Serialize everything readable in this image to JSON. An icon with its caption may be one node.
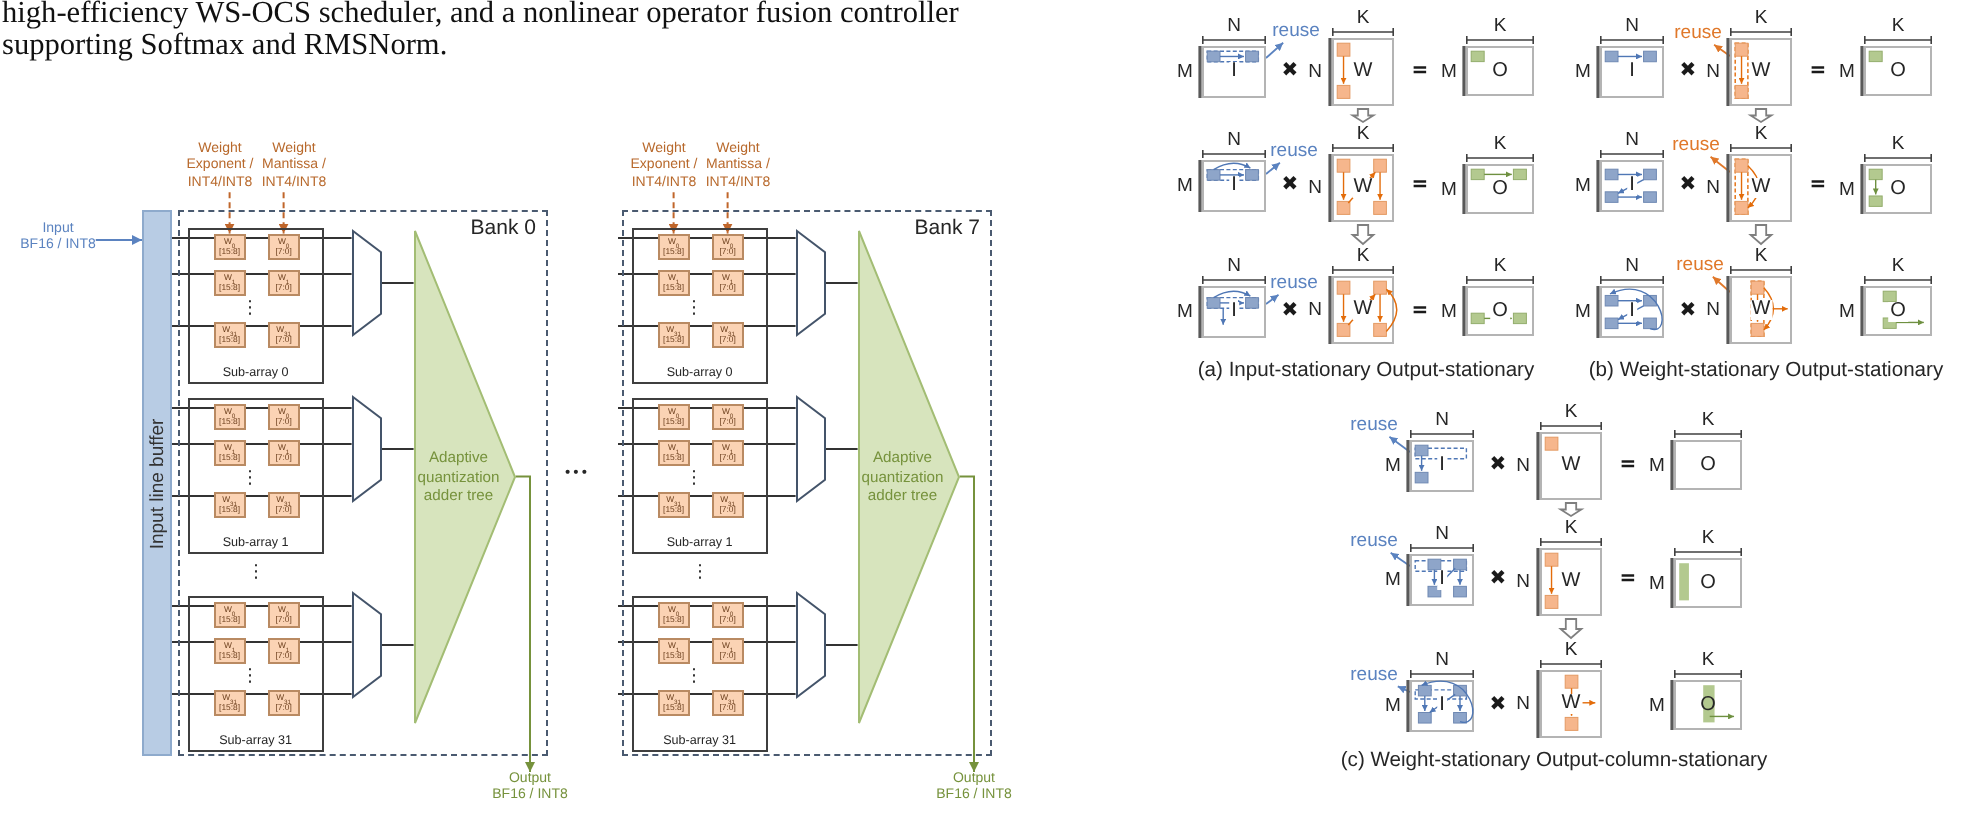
{
  "diagram": {
    "nodes": [
      {
        "text": [
          "Input",
          "BF16 / INT8"
        ]
      },
      {
        "text": [
          "Input line buffer"
        ]
      },
      {
        "text": [
          "Bank 0"
        ]
      },
      {
        "text": [
          "Weight Exponent / INT4/INT8"
        ]
      },
      {
        "text": [
          "Weight Mantissa / INT4/INT8"
        ]
      },
      {
        "text": [
          "Sub-array 0"
        ],
        "in": 2
      },
      {
        "text": [
          "W$_{0}$ [15:8]"
        ],
        "in": 5
      },
      {
        "text": [
          "W$_{0}$ [7:0]"
        ],
        "in": 5
      },
      {
        "text": [
          "W$_{1}$ [15:8]"
        ],
        "in": 5
      },
      {
        "text": [
          "W$_{1}$ [7:0]"
        ],
        "in": 5
      },
      {
        "text": [
          "W$_{31}$ [15:8]"
        ],
        "in": 5
      },
      {
        "text": [
          "W$_{31}$ [7:0]"
        ],
        "in": 5
      },
      {
        "text": [
          "Sub-array 1"
        ],
        "in": 2
      },
      {
        "text": [
          "W$_{0}$ [15:8]"
        ],
        "in": 12
      },
      {
        "text": [
          "W$_{0}$ [7:0]"
        ],
        "in": 12
      },
      {
        "text": [
          "W$_{1}$ [15:8]"
        ],
        "in": 12
      },
      {
        "text": [
          "W$_{1}$ [7:0]"
        ],
        "in": 12
      },
      {
        "text": [
          "W$_{31}$ [15:8]"
        ],
        "in": 12
      },
      {
        "text": [
          "W$_{31}$ [7:0]"
        ],
        "in": 12
      },
      {
        "text": [
          "Sub-array 31"
        ],
        "in": 2
      },
      {
        "text": [
          "W$_{0}$ [15:8]"
        ],
        "in": 19
      },
      {
        "text": [
          "W$_{0}$ [7:0]"
        ],
        "in": 19
      },
      {
        "text": [
          "W$_{1}$ [15:8]"
        ],
        "in": 19
      },
      {
        "text": [
          "W$_{1}$ [7:0]"
        ],
        "in": 19
      },
      {
        "text": [
          "W$_{31}$ [15:8]"
        ],
        "in": 19
      },
      {
        "text": [
          "W$_{31}$ [7:0]"
        ],
        "in": 19
      },
      {
        "text": [],
        "shape": "trapezoid",
        "in": 2
      },
      {
        "text": [],
        "shape": "trapezoid",
        "in": 2
      },
      {
        "text": [],
        "shape": "trapezoid",
        "in": 2
      },
      {
        "text": [
          "Adaptive quantization adder tree"
        ],
        "in": 2
      },
      {
        "text": [
          "Output",
          "BF16 / INT8"
        ]
      },
      {
        "text": [
          "Bank 7"
        ]
      },
      {
        "text": [
          "Weight Exponent / INT4/INT8"
        ]
      },
      {
        "text": [
          "Weight Mantissa / INT4/INT8"
        ]
      },
      {
        "text": [
          "Sub-array 0"
        ],
        "in": 31
      },
      {
        "text": [
          "W$_{0}$ [15:8]"
        ],
        "in": 34
      },
      {
        "text": [
          "W$_{0}$ [7:0]"
        ],
        "in": 34
      },
      {
        "text": [
          "W$_{1}$ [15:8]"
        ],
        "in": 34
      },
      {
        "text": [
          "W$_{1}$ [7:0]"
        ],
        "in": 34
      },
      {
        "text": [
          "W$_{31}$ [15:8]"
        ],
        "in": 34
      },
      {
        "text": [
          "W$_{31}$ [7:0]"
        ],
        "in": 34
      },
      {
        "text": [
          "Sub-array 1"
        ],
        "in": 31
      },
      {
        "text": [
          "W$_{0}$ [15:8]"
        ],
        "in": 41
      },
      {
        "text": [
          "W$_{0}$ [7:0]"
        ],
        "in": 41
      },
      {
        "text": [
          "W$_{1}$ [15:8]"
        ],
        "in": 41
      },
      {
        "text": [
          "W$_{1}$ [7:0]"
        ],
        "in": 41
      },
      {
        "text": [
          "W$_{31}$ [15:8]"
        ],
        "in": 41
      },
      {
        "text": [
          "W$_{31}$ [7:0]"
        ],
        "in": 41
      },
      {
        "text": [
          "Sub-array 31"
        ],
        "in": 31
      },
      {
        "text": [
          "W$_{0}$ [15:8]"
        ],
        "in": 48
      },
      {
        "text": [
          "W$_{0}$ [7:0]"
        ],
        "in": 48
      },
      {
        "text": [
          "W$_{1}$ [15:8]"
        ],
        "in": 48
      },
      {
        "text": [
          "W$_{1}$ [7:0]"
        ],
        "in": 48
      },
      {
        "text": [
          "W$_{31}$ [15:8]"
        ],
        "in": 48
      },
      {
        "text": [
          "W$_{31}$ [7:0]"
        ],
        "in": 48
      },
      {
        "text": [],
        "shape": "trapezoid",
        "in": 31
      },
      {
        "text": [],
        "shape": "trapezoid",
        "in": 31
      },
      {
        "text": [],
        "shape": "trapezoid",
        "in": 31
      },
      {
        "text": [
          "Adaptive quantization adder tree"
        ],
        "in": 31
      },
      {
        "text": [
          "Output",
          "BF16 / INT8"
        ]
      },
      {
        "text": [
          "I"
        ],
        "beside": [
          "N",
          "M"
        ]
      },
      {
        "text": [
          "W"
        ],
        "beside": [
          "K",
          "N"
        ]
      },
      {
        "text": [
          "O"
        ],
        "beside": [
          "K",
          "M"
        ]
      },
      {
        "text": [
          "reuse"
        ]
      },
      {
        "text": [
          "I"
        ],
        "beside": [
          "N",
          "M"
        ]
      },
      {
        "text": [
          "W"
        ],
        "beside": [
          "K",
          "N"
        ]
      },
      {
        "text": [
          "O"
        ],
        "beside": [
          "K",
          "M"
        ]
      },
      {
        "text": [
          "reuse"
        ]
      },
      {
        "text": [
          "I"
        ],
        "beside": [
          "N",
          "M"
        ]
      },
      {
        "text": [
          "W"
        ],
        "beside": [
          "K",
          "N"
        ]
      },
      {
        "text": [
          "O"
        ],
        "beside": [
          "K",
          "M"
        ]
      },
      {
        "text": [
          "reuse"
        ]
      },
      {
        "text": [
          "I"
        ],
        "beside": [
          "N",
          "M"
        ]
      },
      {
        "text": [
          "W"
        ],
        "beside": [
          "K",
          "N"
        ]
      },
      {
        "text": [
          "O"
        ],
        "beside": [
          "K",
          "M"
        ]
      },
      {
        "text": [
          "reuse"
        ]
      },
      {
        "text": [
          "I"
        ],
        "beside": [
          "N",
          "M"
        ]
      },
      {
        "text": [
          "W"
        ],
        "beside": [
          "K",
          "N"
        ]
      },
      {
        "text": [
          "O"
        ],
        "beside": [
          "K",
          "M"
        ]
      },
      {
        "text": [
          "reuse"
        ]
      },
      {
        "text": [
          "I"
        ],
        "beside": [
          "N",
          "M"
        ]
      },
      {
        "text": [
          "W"
        ],
        "beside": [
          "K",
          "N"
        ]
      },
      {
        "text": [
          "O"
        ],
        "beside": [
          "K",
          "M"
        ]
      },
      {
        "text": [
          "reuse"
        ]
      },
      {
        "text": [
          "I"
        ],
        "beside": [
          "N",
          "M"
        ]
      },
      {
        "text": [
          "W"
        ],
        "beside": [
          "K",
          "N"
        ]
      },
      {
        "text": [
          "O"
        ],
        "beside": [
          "K",
          "M"
        ]
      },
      {
        "text": [
          "reuse"
        ]
      },
      {
        "text": [
          "I"
        ],
        "beside": [
          "N",
          "M"
        ]
      },
      {
        "text": [
          "W"
        ],
        "beside": [
          "K",
          "N"
        ]
      },
      {
        "text": [
          "O"
        ],
        "beside": [
          "K",
          "M"
        ]
      },
      {
        "text": [
          "reuse"
        ]
      },
      {
        "text": [
          "I"
        ],
        "beside": [
          "N",
          "M"
        ]
      },
      {
        "text": [
          "W"
        ],
        "beside": [
          "K",
          "N"
        ]
      },
      {
        "text": [
          "O"
        ],
        "beside": [
          "K",
          "M"
        ]
      },
      {
        "text": [
          "reuse"
        ]
      }
    ],
    "edges": [
      {
        "from": 0,
        "to": 1,
        "arrow": "to",
        "color": "#5b83c0"
      },
      {
        "from": 3,
        "to": 6,
        "arrow": "to",
        "style": "dashed",
        "color": "#c0662b"
      },
      {
        "from": 4,
        "to": 7,
        "arrow": "to",
        "style": "dashed",
        "color": "#c0662b"
      },
      {
        "from": 1,
        "to": 26,
        "arrow": "none"
      },
      {
        "from": 1,
        "to": 26,
        "arrow": "none"
      },
      {
        "from": 1,
        "to": 26,
        "arrow": "none"
      },
      {
        "from": 1,
        "to": 27,
        "arrow": "none"
      },
      {
        "from": 1,
        "to": 27,
        "arrow": "none"
      },
      {
        "from": 1,
        "to": 27,
        "arrow": "none"
      },
      {
        "from": 1,
        "to": 28,
        "arrow": "none"
      },
      {
        "from": 1,
        "to": 28,
        "arrow": "none"
      },
      {
        "from": 1,
        "to": 28,
        "arrow": "none"
      },
      {
        "from": 26,
        "to": 29,
        "arrow": "none"
      },
      {
        "from": 27,
        "to": 29,
        "arrow": "none"
      },
      {
        "from": 28,
        "to": 29,
        "arrow": "none"
      },
      {
        "from": 29,
        "to": 30,
        "arrow": "to",
        "color": "#76923c"
      },
      {
        "from": 32,
        "to": 35,
        "arrow": "to",
        "style": "dashed",
        "color": "#c0662b"
      },
      {
        "from": 33,
        "to": 36,
        "arrow": "to",
        "style": "dashed",
        "color": "#c0662b"
      },
      {
        "from": null,
        "to": 55,
        "arrow": "none"
      },
      {
        "from": null,
        "to": 55,
        "arrow": "none"
      },
      {
        "from": null,
        "to": 55,
        "arrow": "none"
      },
      {
        "from": null,
        "to": 56,
        "arrow": "none"
      },
      {
        "from": null,
        "to": 56,
        "arrow": "none"
      },
      {
        "from": null,
        "to": 56,
        "arrow": "none"
      },
      {
        "from": null,
        "to": 57,
        "arrow": "none"
      },
      {
        "from": null,
        "to": 57,
        "arrow": "none"
      },
      {
        "from": null,
        "to": 57,
        "arrow": "none"
      },
      {
        "from": 55,
        "to": 58,
        "arrow": "none"
      },
      {
        "from": 56,
        "to": 58,
        "arrow": "none"
      },
      {
        "from": 57,
        "to": 58,
        "arrow": "none"
      },
      {
        "from": 58,
        "to": 59,
        "arrow": "to",
        "color": "#76923c"
      },
      {
        "from": 61,
        "to": 65,
        "arrow": "to",
        "style": "thick",
        "color": "#7f7f7f"
      },
      {
        "from": 65,
        "to": 69,
        "arrow": "to",
        "style": "thick",
        "color": "#7f7f7f"
      },
      {
        "from": 73,
        "to": 77,
        "arrow": "to",
        "style": "thick",
        "color": "#7f7f7f"
      },
      {
        "from": 77,
        "to": 81,
        "arrow": "to",
        "style": "thick",
        "color": "#7f7f7f"
      },
      {
        "from": 85,
        "to": 89,
        "arrow": "to",
        "style": "thick",
        "color": "#7f7f7f"
      },
      {
        "from": 89,
        "to": 93,
        "arrow": "to",
        "style": "thick",
        "color": "#7f7f7f"
      },
      {
        "from": 60,
        "to": 63,
        "arrow": "to",
        "color": "#5b83c0"
      },
      {
        "from": 64,
        "to": 67,
        "arrow": "to",
        "color": "#5b83c0"
      },
      {
        "from": 68,
        "to": 71,
        "arrow": "to",
        "color": "#5b83c0"
      },
      {
        "from": 73,
        "to": 75,
        "arrow": "to",
        "color": "#e0782a"
      },
      {
        "from": 77,
        "to": 79,
        "arrow": "to",
        "color": "#e0782a"
      },
      {
        "from": 81,
        "to": 83,
        "arrow": "to",
        "color": "#e0782a"
      },
      {
        "from": 84,
        "to": 87,
        "arrow": "to",
        "color": "#5b83c0"
      },
      {
        "from": 88,
        "to": 91,
        "arrow": "to",
        "color": "#5b83c0"
      },
      {
        "from": 92,
        "to": 95,
        "arrow": "to",
        "color": "#5b83c0"
      }
    ],
    "labels": [
      "high-efficiency WS-OCS scheduler, and a nonlinear operator fusion controller supporting Softmax and RMSNorm.",
      "⋮",
      "⋮",
      "⋮",
      "⋮",
      "•••",
      "⋮",
      "⋮",
      "⋮",
      "⋮",
      "✖",
      "=",
      "✖",
      "=",
      "✖",
      "=",
      "(a) Input-stationary Output-stationary",
      "✖",
      "=",
      "✖",
      "=",
      "✖",
      "(b) Weight-stationary Output-stationary",
      "✖",
      "=",
      "✖",
      "=",
      "✖",
      "(c) Weight-stationary Output-column-stationary"
    ]
  }
}
